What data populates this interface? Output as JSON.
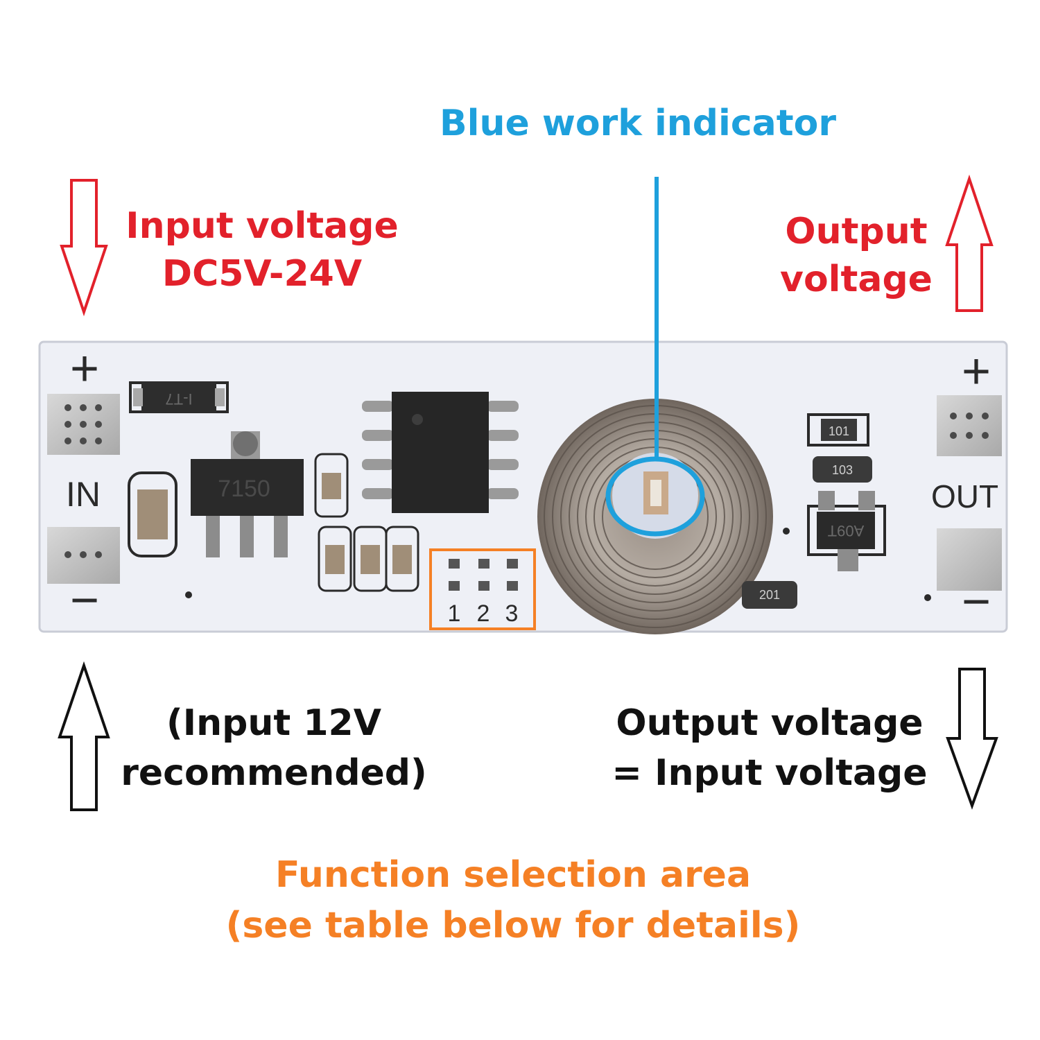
{
  "labels": {
    "indicator": "Blue work indicator",
    "input_line1": "Input voltage",
    "input_line2": "DC5V-24V",
    "output_line1": "Output",
    "output_line2": "voltage",
    "recommend_line1": "(Input 12V",
    "recommend_line2": "recommended)",
    "equal_line1": "Output voltage",
    "equal_line2": "= Input voltage",
    "function_line1": "Function selection area",
    "function_line2": "(see table below for details)"
  },
  "board": {
    "in_label": "IN",
    "out_label": "OUT",
    "plus": "+",
    "minus": "−",
    "reg_marking": "7150",
    "diode_marking": "I-T7",
    "mosfet_marking": "A09T",
    "res1": "101",
    "res2": "103",
    "res3": "201",
    "pin1": "1",
    "pin2": "2",
    "pin3": "3"
  },
  "colors": {
    "red": "#e2212b",
    "blue": "#1ea0dc",
    "orange": "#f58025",
    "black": "#111111",
    "board": "#eef0f6",
    "pad": "#c8c8c8"
  }
}
